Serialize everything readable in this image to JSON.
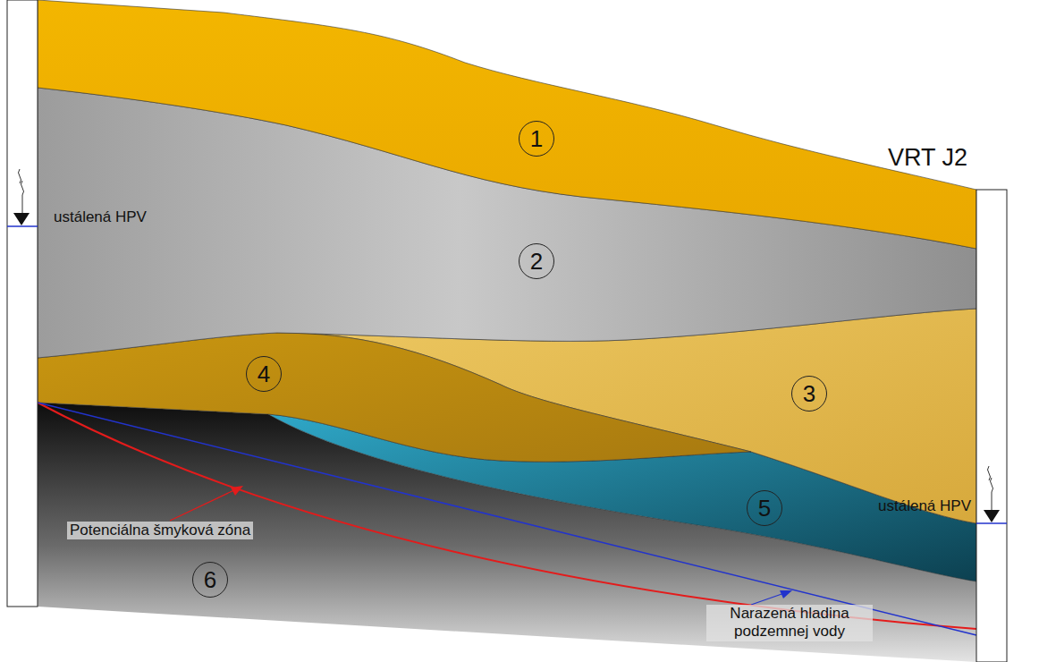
{
  "diagram": {
    "nodes": [
      {
        "text": [
          "1"
        ]
      },
      {
        "text": [
          "2"
        ]
      },
      {
        "text": [
          "3"
        ]
      },
      {
        "text": [
          "4"
        ]
      },
      {
        "text": [
          "5"
        ]
      },
      {
        "text": [
          "6"
        ]
      }
    ],
    "labels": [
      "VRT J2",
      "ustálená HPV",
      "ustálená HPV",
      "Potenciálna šmyková zóna",
      "Narazená hladina podzemnej vody"
    ]
  }
}
